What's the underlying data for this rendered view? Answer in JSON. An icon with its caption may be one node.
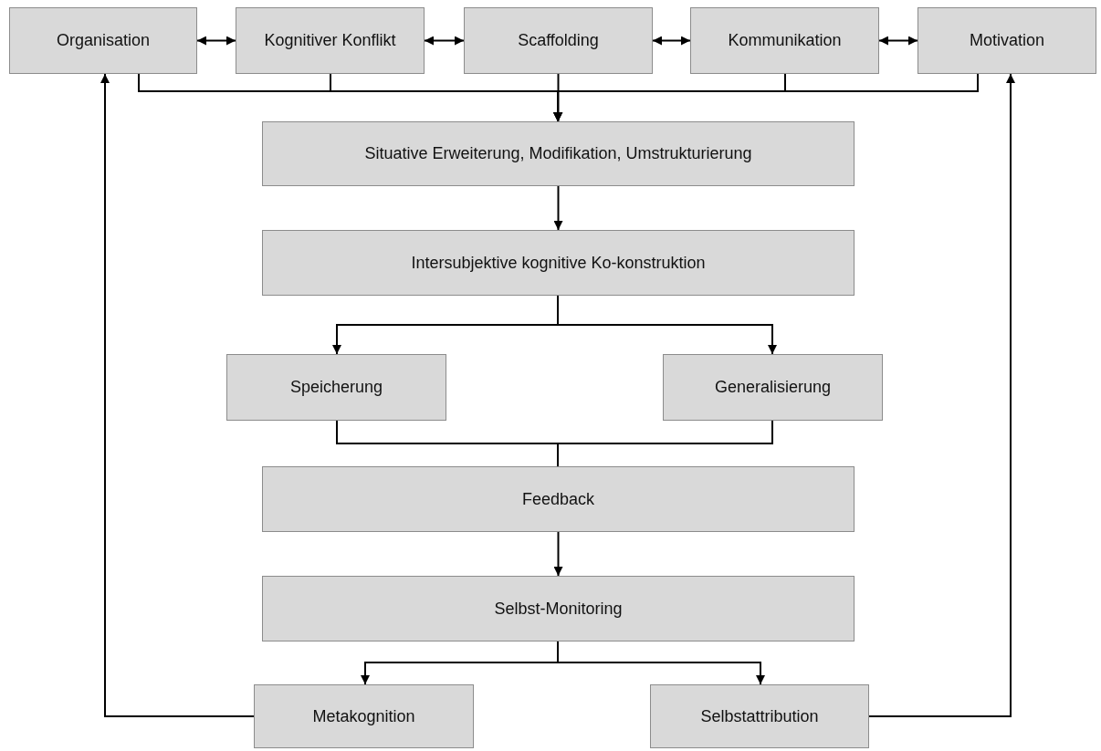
{
  "diagram": {
    "nodes": [
      {
        "text": [
          "Organisation"
        ]
      },
      {
        "text": [
          "Kognitiver Konflikt"
        ]
      },
      {
        "text": [
          "Scaffolding"
        ]
      },
      {
        "text": [
          "Kommunikation"
        ]
      },
      {
        "text": [
          "Motivation"
        ]
      },
      {
        "text": [
          "Situative Erweiterung, Modifikation, Umstrukturierung"
        ]
      },
      {
        "text": [
          "Intersubjektive kognitive Ko-konstruktion"
        ]
      },
      {
        "text": [
          "Speicherung"
        ]
      },
      {
        "text": [
          "Generalisierung"
        ]
      },
      {
        "text": [
          "Feedback"
        ]
      },
      {
        "text": [
          "Selbst-Monitoring"
        ]
      },
      {
        "text": [
          "Metakognition"
        ]
      },
      {
        "text": [
          "Selbstattribution"
        ]
      }
    ],
    "edges": [
      {
        "from": 0,
        "to": 1,
        "arrow": "both"
      },
      {
        "from": 1,
        "to": 2,
        "arrow": "both"
      },
      {
        "from": 2,
        "to": 3,
        "arrow": "both"
      },
      {
        "from": 3,
        "to": 4,
        "arrow": "both"
      },
      {
        "from": 0,
        "to": 5,
        "arrow": "to"
      },
      {
        "from": 1,
        "to": 5,
        "arrow": "to"
      },
      {
        "from": 2,
        "to": 5,
        "arrow": "to"
      },
      {
        "from": 3,
        "to": 5,
        "arrow": "to"
      },
      {
        "from": 4,
        "to": 5,
        "arrow": "to"
      },
      {
        "from": 5,
        "to": 6,
        "arrow": "to"
      },
      {
        "from": 6,
        "to": 7,
        "arrow": "to"
      },
      {
        "from": 6,
        "to": 8,
        "arrow": "to"
      },
      {
        "from": 7,
        "to": 9,
        "arrow": "none"
      },
      {
        "from": 8,
        "to": 9,
        "arrow": "none"
      },
      {
        "from": 9,
        "to": 10,
        "arrow": "to"
      },
      {
        "from": 10,
        "to": 11,
        "arrow": "to"
      },
      {
        "from": 10,
        "to": 12,
        "arrow": "to"
      },
      {
        "from": 11,
        "to": 0,
        "arrow": "to"
      },
      {
        "from": 12,
        "to": 4,
        "arrow": "to"
      }
    ]
  }
}
